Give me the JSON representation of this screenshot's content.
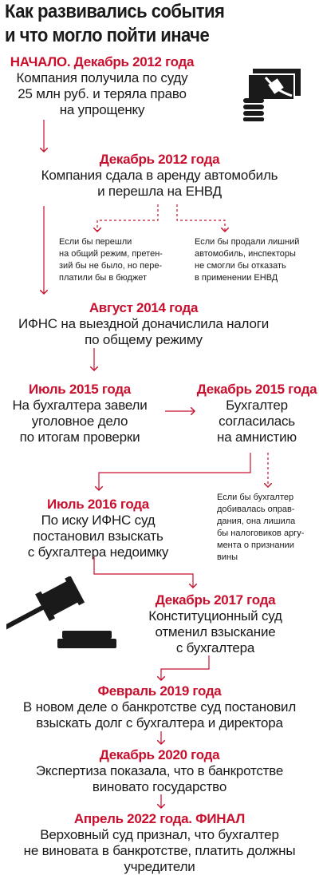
{
  "title": {
    "line1": "Как развивались события",
    "line2": "и что могло пойти иначе"
  },
  "events": {
    "e1": {
      "date": "НАЧАЛО. Декабрь 2012 года",
      "text": [
        "Компания получила по суду",
        "25 млн руб. и теряла право",
        "на упрощенку"
      ]
    },
    "e2": {
      "date": "Декабрь 2012 года",
      "text": [
        "Компания сдала в аренду автомобиль",
        "и перешла на ЕНВД"
      ]
    },
    "e3": {
      "date": "Август 2014 года",
      "text": [
        "ИФНС на выездной доначислила налоги",
        "по общему режиму"
      ]
    },
    "e4": {
      "date": "Июль 2015 года",
      "text": [
        "На бухгалтера завели",
        "уголовное дело",
        "по итогам проверки"
      ]
    },
    "e5": {
      "date": "Декабрь 2015 года",
      "text": [
        "Бухгалтер",
        "согласилась",
        "на амнистию"
      ]
    },
    "e6": {
      "date": "Июль 2016 года",
      "text": [
        "По иску ИФНС суд",
        "постановил взыскать",
        "с бухгалтера недоимку"
      ]
    },
    "e7": {
      "date": "Декабрь 2017 года",
      "text": [
        "Конституционный суд",
        "отменил взыскание",
        "с бухгалтера"
      ]
    },
    "e8": {
      "date": "Февраль 2019 года",
      "text": [
        "В новом деле о банкротстве суд постановил",
        "взыскать долг с бухгалтера и директора"
      ]
    },
    "e9": {
      "date": "Декабрь 2020 года",
      "text": [
        "Экспертиза показала, что в банкротстве",
        "виновато государство"
      ]
    },
    "e10": {
      "date": "Апрель 2022 года. ФИНАЛ",
      "text": [
        "Верховный суд признал, что бухгалтер",
        "не виновата в банкротстве, платить должны",
        "учредители"
      ]
    }
  },
  "notes": {
    "n1": [
      "Если бы перешли",
      "на общий режим, претен-",
      "зий бы не было, но пере-",
      "платили бы в бюджет"
    ],
    "n2": [
      "Если бы продали лишний",
      "автомобиль, инспекторы",
      "не смогли бы отказать",
      "в применении ЕНВД"
    ],
    "n3": [
      "Если бы бухгалтер",
      "добивалась оправ-",
      "дания, она лишила",
      "бы налоговиков аргу-",
      "мента о признании",
      "вины"
    ]
  },
  "colors": {
    "accent": "#c8102e",
    "text": "#1a1a1a"
  },
  "icons": {
    "money": "money-icon",
    "gavel": "gavel-icon"
  }
}
